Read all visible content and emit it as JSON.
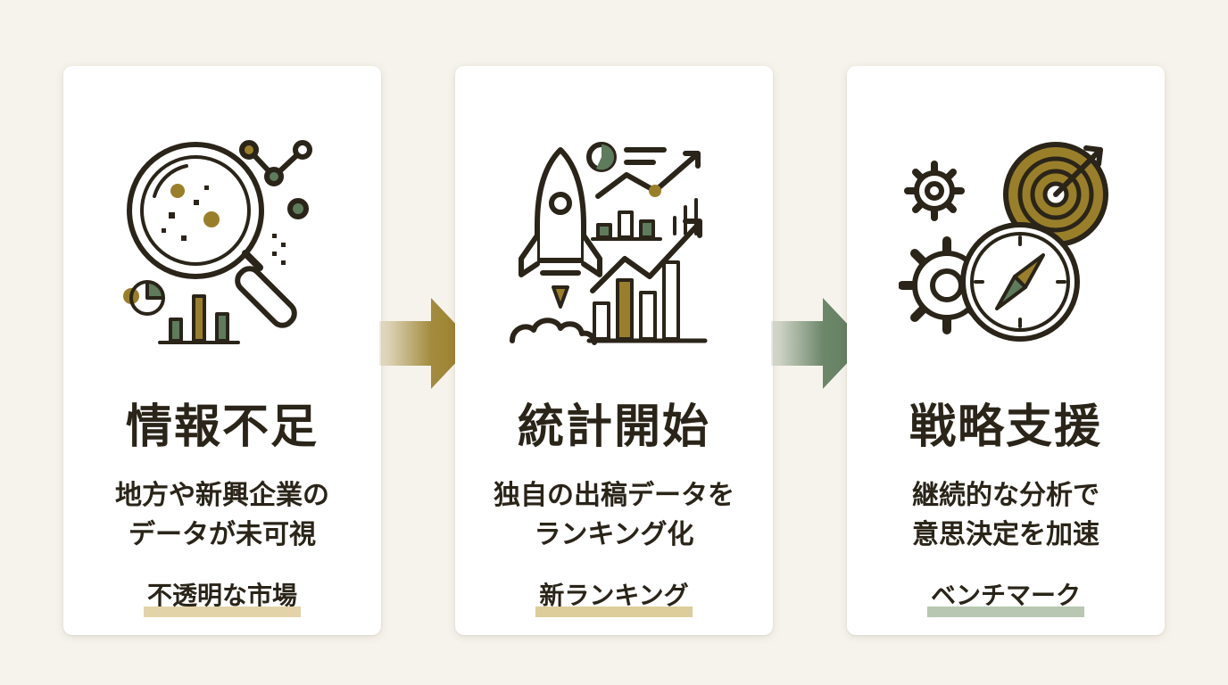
{
  "colors": {
    "background": "#f6f3ec",
    "ink": "#2a2419",
    "gold": "#9a7f2a",
    "green": "#5e7b5c"
  },
  "steps": [
    {
      "icon": "magnifier-analytics-icon",
      "title": "情報不足",
      "desc_lines": [
        "地方や新興企業の",
        "データが未可視"
      ],
      "tag": "不透明な市場"
    },
    {
      "icon": "rocket-growth-chart-icon",
      "title": "統計開始",
      "desc_lines": [
        "独自の出稿データを",
        "ランキング化"
      ],
      "tag": "新ランキング"
    },
    {
      "icon": "target-compass-gear-icon",
      "title": "戦略支援",
      "desc_lines": [
        "継続的な分析で",
        "意思決定を加速"
      ],
      "tag": "ベンチマーク"
    }
  ]
}
